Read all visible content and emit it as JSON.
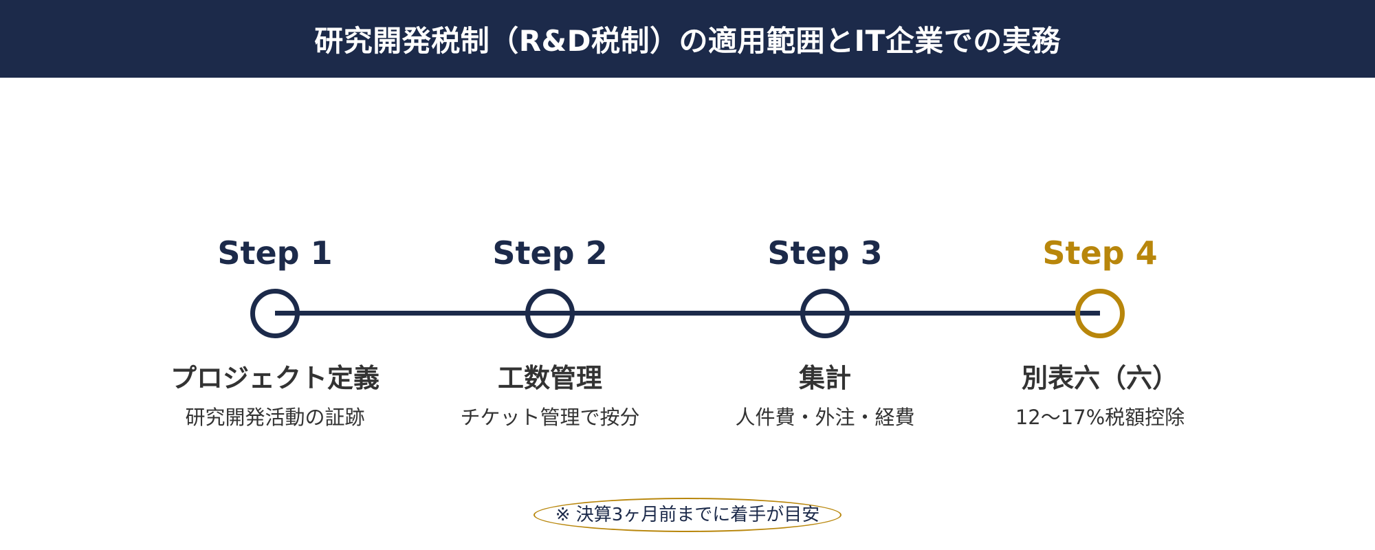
{
  "header": {
    "title": "研究開発税制（R&D税制）の適用範囲とIT企業での実務"
  },
  "colors": {
    "navy": "#1c2a4a",
    "gold": "#b8860b",
    "text": "#333333"
  },
  "steps": [
    {
      "step": "Step 1",
      "title": "プロジェクト定義",
      "desc": "研究開発活動の証跡",
      "highlight": false
    },
    {
      "step": "Step 2",
      "title": "工数管理",
      "desc": "チケット管理で按分",
      "highlight": false
    },
    {
      "step": "Step 3",
      "title": "集計",
      "desc": "人件費・外注・経費",
      "highlight": false
    },
    {
      "step": "Step 4",
      "title": "別表六（六）",
      "desc": "12〜17%税額控除",
      "highlight": true
    }
  ],
  "note": {
    "text": "※ 決算3ヶ月前までに着手が目安"
  }
}
